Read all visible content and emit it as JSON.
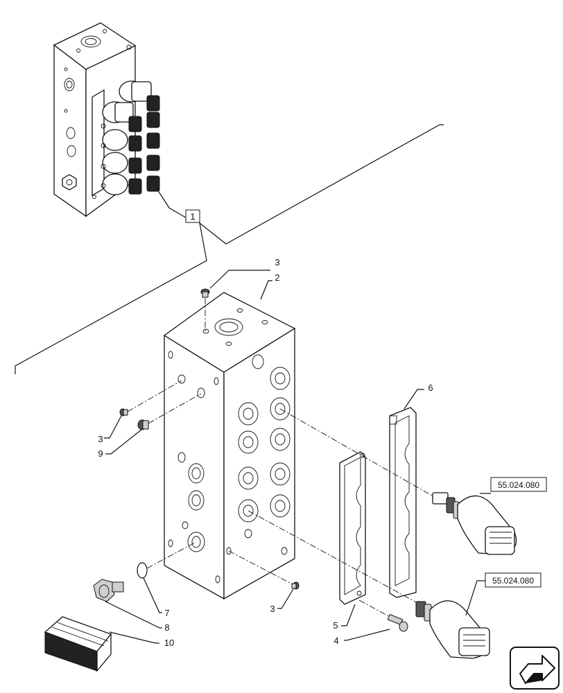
{
  "diagram": {
    "group_label": "1",
    "callouts": {
      "screw_top": "3",
      "valve_body": "2",
      "screw_left": "3",
      "plug_small": "9",
      "gasket_right": "6",
      "gasket_left": "5",
      "oring": "7",
      "plug_large": "8",
      "kit": "10",
      "screw_bottom": "3",
      "bolt": "4"
    },
    "references": {
      "solenoid_upper": "55.024.080",
      "solenoid_lower": "55.024.080"
    },
    "icons": [
      "nav-arrow-icon"
    ]
  }
}
